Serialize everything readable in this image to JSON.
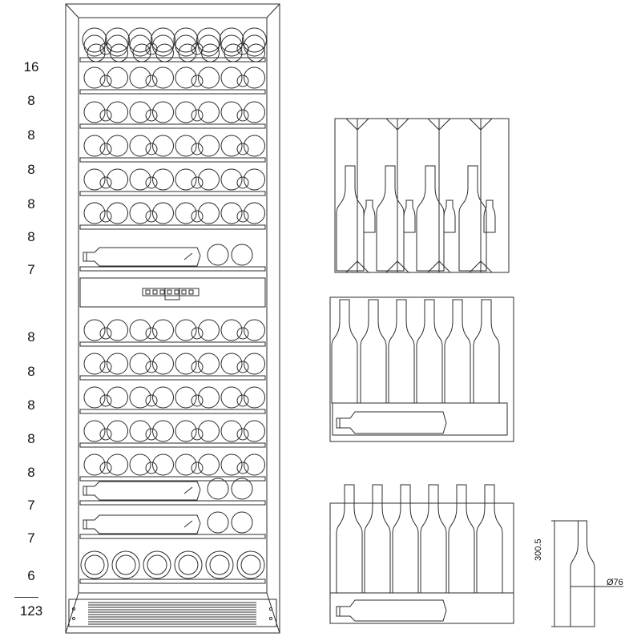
{
  "shelf_capacity_labels": [
    "16",
    "8",
    "8",
    "8",
    "8",
    "8",
    "7",
    "8",
    "8",
    "8",
    "8",
    "8",
    "7",
    "7",
    "6"
  ],
  "total_capacity_label": "123",
  "bottle_dimensions": {
    "height_label": "300.5",
    "diameter_label": "Ø76"
  },
  "colors": {
    "line": "#2b2b2b",
    "background": "#ffffff"
  }
}
